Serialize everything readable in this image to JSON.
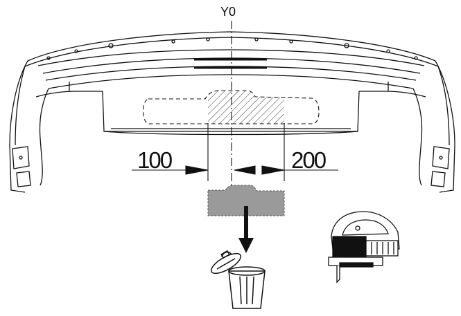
{
  "labels": {
    "axis": "Y0",
    "dimension_left": "100",
    "dimension_right": "200"
  },
  "colors": {
    "line": "#111111",
    "cut_fill": "#9a9a9a",
    "background": "#ffffff"
  },
  "icons": [
    "bumper-outline",
    "cut-area-hatch",
    "cut-out-piece",
    "down-arrow-icon",
    "trash-bin-icon",
    "jigsaw-icon"
  ]
}
